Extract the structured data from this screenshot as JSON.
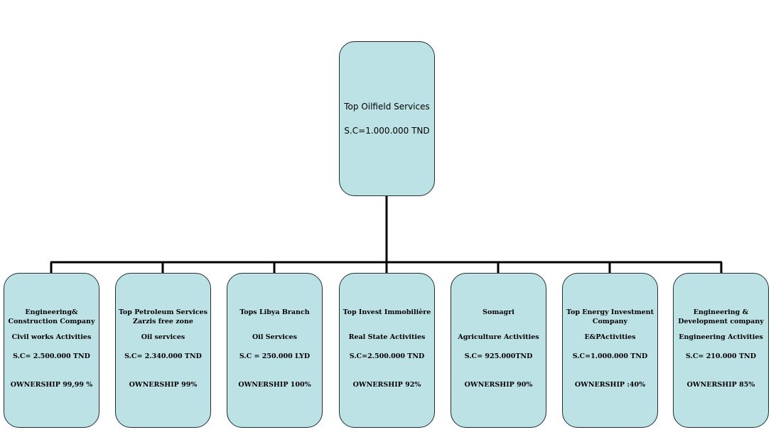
{
  "root": {
    "name": "Top Oilfield Services",
    "capital": "S.C=1.000.000 TND"
  },
  "subsidiaries": [
    {
      "name": "Engineering& Construction Company",
      "activity": "Civil works Activities",
      "capital": "S.C= 2.500.000 TND",
      "ownership": "OWNERSHIP 99,99 %"
    },
    {
      "name": "Top Petroleum Services Zarzis free zone",
      "activity": "Oil services",
      "capital": "S.C= 2.340.000 TND",
      "ownership": "OWNERSHIP 99%"
    },
    {
      "name": "Tops Libya Branch",
      "activity": "Oil Services",
      "capital": "S.C = 250.000 LYD",
      "ownership": "OWNERSHIP 100%"
    },
    {
      "name": "Top Invest Immobilière",
      "activity": "Real State Activities",
      "capital": "S.C=2.500.000 TND",
      "ownership": "OWNERSHIP 92%"
    },
    {
      "name": "Somagri",
      "activity": "Agriculture Activities",
      "capital": "S.C= 925.000TND",
      "ownership": "OWNERSHIP 90%"
    },
    {
      "name": "Top Energy Investment Company",
      "activity": "E&PActivities",
      "capital": "S.C=1.000.000 TND",
      "ownership": "OWNERSHIP :40%"
    },
    {
      "name": "Engineering & Development company",
      "activity": "Engineering Activities",
      "capital": "S.C= 210.000 TND",
      "ownership": "OWNERSHIP 85%"
    }
  ],
  "colors": {
    "box_fill": "#bde2e6",
    "box_border": "#1f2f33",
    "connector": "#000000"
  }
}
